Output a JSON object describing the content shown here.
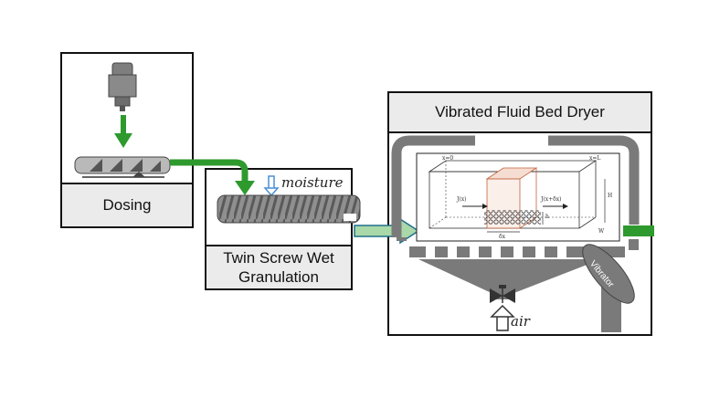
{
  "blocks": {
    "dosing": {
      "label": "Dosing"
    },
    "granulation": {
      "label_line1": "Twin Screw Wet",
      "label_line2": "Granulation"
    },
    "dryer": {
      "title": "Vibrated Fluid Bed Dryer"
    }
  },
  "inputs": {
    "moisture": "moisture",
    "air": "air"
  },
  "vibrator": "Vibrator",
  "dryer_inset": {
    "x_start": "x=0",
    "x_end": "x=L",
    "flux_in": "J(x)",
    "flux_out": "J(x+δx)",
    "height": "H",
    "bed_height": "h",
    "width": "W",
    "delta_x": "δx"
  },
  "colors": {
    "arrow_green": "#2e9a2e",
    "arrow_blue": "#4a8fd6",
    "frame_gray": "#7a7a7a",
    "caption_bg": "#ebebeb"
  }
}
